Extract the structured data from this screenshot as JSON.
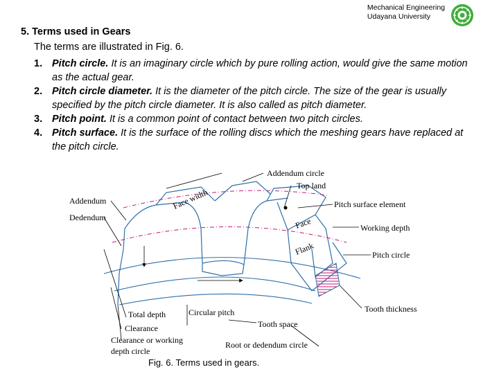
{
  "header": {
    "line1": "Mechanical Engineering",
    "line2": "Udayana University"
  },
  "title": "5. Terms used in Gears",
  "intro": "The terms are illustrated in Fig. 6.",
  "terms": [
    {
      "num": "1.",
      "term": "Pitch circle.",
      "desc": "It is an imaginary circle which by pure rolling action, would give the same motion as the actual gear."
    },
    {
      "num": "2.",
      "term": "Pitch circle diameter.",
      "desc": "It is the diameter of the pitch circle. The size of the gear is usually specified by the pitch circle diameter. It is also called as pitch diameter."
    },
    {
      "num": "3.",
      "term": "Pitch point.",
      "desc": "It is a common point of contact between two pitch circles."
    },
    {
      "num": "4.",
      "term": "Pitch surface.",
      "desc": "It is the surface of the rolling discs which the meshing gears have replaced at the pitch circle."
    }
  ],
  "figure": {
    "labels": {
      "addendum_circle": "Addendum circle",
      "top_land": "Top land",
      "face_width": "Face width",
      "addendum": "Addendum",
      "dedendum": "Dedendum",
      "pitch_surface_element": "Pitch surface element",
      "face": "Face",
      "working_depth": "Working depth",
      "flank": "Flank",
      "pitch_circle": "Pitch circle",
      "tooth_thickness": "Tooth thickness",
      "total_depth": "Total depth",
      "circular_pitch": "Circular pitch",
      "clearance": "Clearance",
      "tooth_space": "Tooth space",
      "clearance_or_working": "Clearance or working",
      "depth_circle": "depth circle",
      "root_circle": "Root or dedendum circle"
    },
    "caption": "Fig. 6. Terms used in gears."
  },
  "colors": {
    "gear_outline": "#2f6fa8",
    "pitch_line": "#c2187a",
    "hatch": "#c2187a",
    "logo_green": "#3fae3a"
  }
}
